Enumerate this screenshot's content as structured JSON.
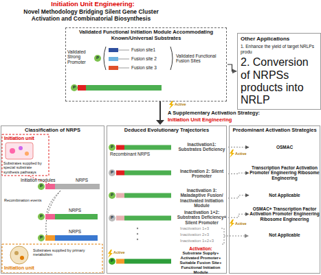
{
  "diagram": {
    "title": "Initiation Unit Engineering:",
    "nodes": [
      {
        "text": [
          "Validated Functional Initiation Module Accommodating Known/Universal Substrates"
        ]
      },
      {
        "text": [
          "Other Applications",
          "1. Enhance the yield of target NRLPs produ",
          "2. Conversion of NRPSs products into NRLP"
        ]
      },
      {
        "text": [
          "Classification of NRPS"
        ]
      },
      {
        "text": [
          "Deduced Evolutionary Trajectories"
        ]
      },
      {
        "text": [
          "Predominant Activation Strategies"
        ]
      },
      {
        "text": [
          "Inactivation1: Substrates Deficiency"
        ],
        "in": 3
      },
      {
        "text": [
          "Inactivation 2: Silent Promoter"
        ],
        "in": 3
      },
      {
        "text": [
          "Inactivation 3: Maladaptive Fusion/ Inactivated Initiation Module"
        ],
        "in": 3
      },
      {
        "text": [
          "Inactivation 1+2: Substrates Deficiency+ Silent Promoter"
        ],
        "in": 3
      },
      {
        "text": [
          "Activation:",
          "Substrate Supply+ Activated Promoter+ Suitable Fusion Site+ Functional Initiation Module"
        ],
        "in": 3
      },
      {
        "text": [
          "OSMAC"
        ],
        "in": 4
      },
      {
        "text": [
          "Transcription Factor Activation Promoter Engineering Ribosome Engineering"
        ],
        "in": 4
      },
      {
        "text": [
          "Not Applicable"
        ],
        "in": 4
      },
      {
        "text": [
          "OSMAC+ Transcription Factor Activation Promoter Engineering Ribosome Engineering"
        ],
        "in": 4
      },
      {
        "text": [
          "Not Applicable"
        ],
        "in": 4
      }
    ],
    "edges": [
      {
        "from": 0,
        "to": 1,
        "arrow": "to"
      },
      {
        "from": 5,
        "to": 10,
        "arrow": "to"
      },
      {
        "from": 6,
        "to": 11,
        "arrow": "to"
      },
      {
        "from": 7,
        "to": 12,
        "arrow": "to"
      },
      {
        "from": 8,
        "to": 13,
        "arrow": "to"
      }
    ],
    "labels": [
      "Novel Methodology Bridging Silent Gene Cluster Activation and Combinatorial Biosynthesis",
      "Validated Strong Promoter",
      "P",
      "Fusion site1",
      "Fusion site 2",
      "Fusion site 3",
      "Validated Functional Fusion Sites",
      "P",
      "Active",
      "A Supplementary Activation Strategy:",
      "Initiation Unit Engineering",
      "Initiation unit",
      "Substrates supplied by special substrate synthesis pathways",
      "Initiation modules",
      "NRPS",
      "P",
      "Recombination events",
      "NRPS",
      "P",
      "NRPS",
      "P",
      "Substrates supplied by primary metabolism",
      "Initiation unit",
      "Recombinant NRPS",
      "P",
      "P",
      "P",
      "P",
      "P",
      "Inactivation 1+3",
      "Inactivation 2+3",
      "Inactivation 1+2+3",
      "Active",
      "Active",
      "Active"
    ]
  }
}
